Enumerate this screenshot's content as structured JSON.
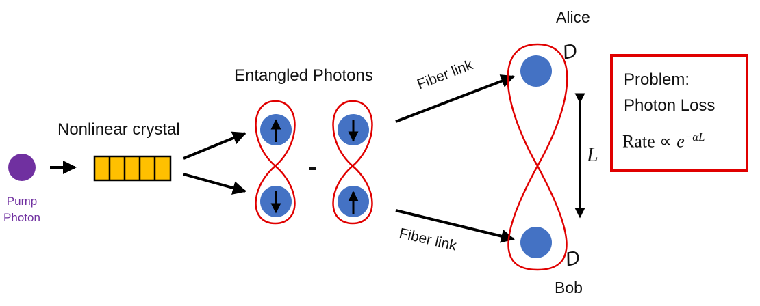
{
  "labels": {
    "pump_line1": "Pump",
    "pump_line2": "Photon",
    "crystal": "Nonlinear crystal",
    "entangled": "Entangled Photons",
    "fiber_top": "Fiber link",
    "fiber_bottom": "Fiber link",
    "alice": "Alice",
    "bob": "Bob",
    "detector_top": "D",
    "detector_bottom": "D",
    "distance": "L",
    "minus": "-"
  },
  "problem": {
    "line1": "Problem:",
    "line2": "Photon Loss",
    "rate_text": "Rate ∝ ",
    "rate_base": "e",
    "rate_exponent": "−αL"
  },
  "colors": {
    "pump": "#7030a0",
    "crystal_fill": "#ffc000",
    "photon": "#4472c4",
    "loop": "#e00000",
    "box": "#e00000"
  }
}
